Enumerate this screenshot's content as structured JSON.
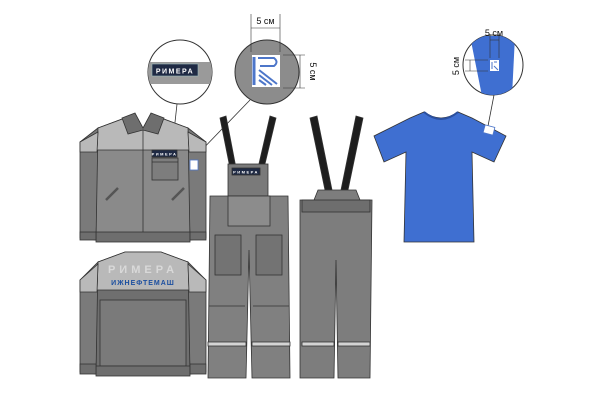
{
  "labels": {
    "patch_text": "РИМЕРА",
    "back_brand": "РИМЕРА",
    "back_subbrand": "ИЖНЕФТЕМАШ",
    "dim_logo_width": "5 см",
    "dim_logo_height": "5 см",
    "dim_tshirt_width": "5 см",
    "dim_tshirt_height": "5 см"
  },
  "colors": {
    "garment_gray": "#7a7a7a",
    "garment_light": "#b9b9b9",
    "tshirt_blue": "#3f6fd1",
    "logo_blue": "#4d76c9",
    "patch_dark": "#1f2a44",
    "reflective": "#d4d4d4"
  }
}
